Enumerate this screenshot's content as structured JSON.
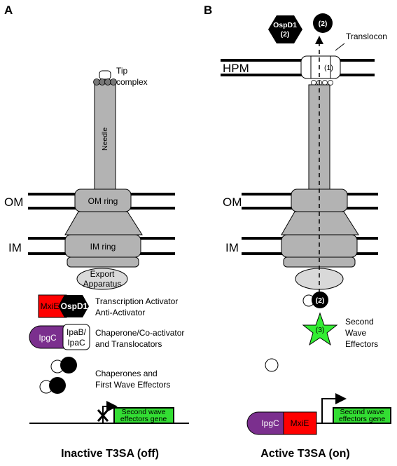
{
  "panel_a": {
    "letter": "A",
    "tip_complex_label": [
      "Tip",
      "complex"
    ],
    "needle_label": "Needle",
    "om_label": "OM",
    "im_label": "IM",
    "om_ring_label": "OM ring",
    "im_ring_label": "IM ring",
    "export_apparatus_label": [
      "Export",
      "Apparatus"
    ],
    "legend": {
      "mxie_label": "MxiE",
      "ospd1_label": "OspD1",
      "transcription_text": [
        "Transcription Activator",
        "Anti-Activator"
      ],
      "ipgc_label": "IpgC",
      "ipab_label": [
        "IpaB/",
        "IpaC"
      ],
      "chaperone_text": [
        "Chaperone/Co-activator",
        "and Translocators"
      ],
      "first_wave_text": [
        "Chaperones and",
        "First Wave Effectors"
      ]
    },
    "gene_label": [
      "Second wave",
      "effectors gene"
    ],
    "caption": "Inactive T3SA (off)"
  },
  "panel_b": {
    "letter": "B",
    "ospd1_label": [
      "OspD1",
      "(2)"
    ],
    "secreted_label": "(2)",
    "translocon_label": "Translocon",
    "hpm_label": "HPM",
    "pore_label": "(1)",
    "om_label": "OM",
    "im_label": "IM",
    "bottom_effector_label": "(2)",
    "star_label": "(3)",
    "second_wave_text": [
      "Second",
      "Wave",
      "Effectors"
    ],
    "ipgc_label": "IpgC",
    "mxie_label": "MxiE",
    "gene_label": [
      "Second wave",
      "effectors gene"
    ],
    "caption": "Active T3SA (on)"
  },
  "colors": {
    "gray_fill": "#b3b3b3",
    "light_gray": "#d9d9d9",
    "red": "#ff0000",
    "purple": "#7b2f8e",
    "green": "#33dd33",
    "star_green": "#33ee33",
    "black": "#000000"
  }
}
